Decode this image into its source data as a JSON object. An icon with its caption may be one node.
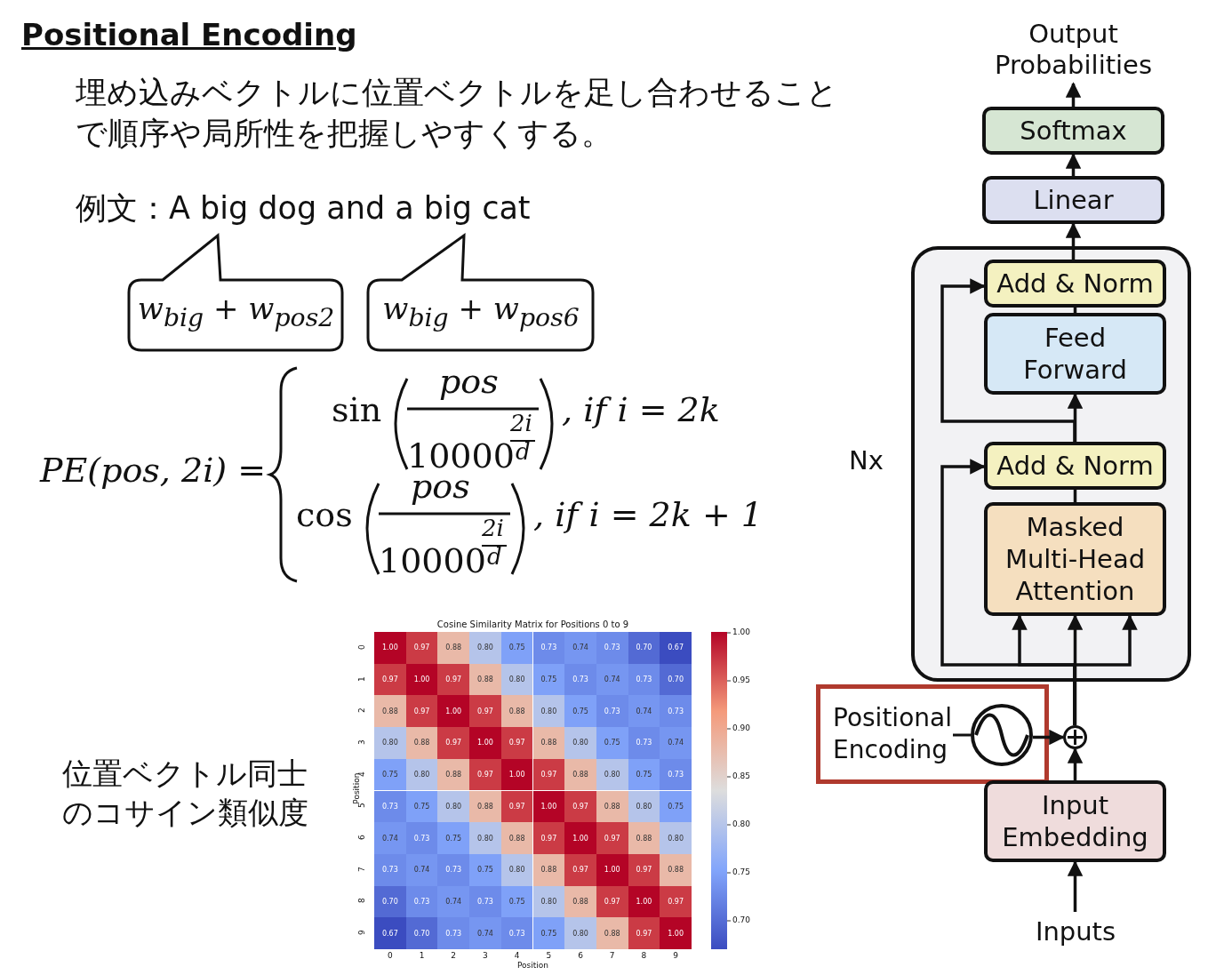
{
  "diagram": {
    "title": "Positional Encoding",
    "nodes": [
      {
        "text": [
          "Output Probabilities"
        ]
      },
      {
        "text": [
          "Softmax"
        ]
      },
      {
        "text": [
          "Linear"
        ]
      },
      {
        "text": [],
        "shape": "box",
        "beside": [
          "Nx"
        ]
      },
      {
        "text": [
          "Add & Norm"
        ],
        "in": 3
      },
      {
        "text": [
          "Feed Forward"
        ],
        "in": 3
      },
      {
        "text": [
          "Add & Norm"
        ],
        "in": 3
      },
      {
        "text": [
          "Masked Multi-Head Attention"
        ],
        "in": 3
      },
      {
        "text": [],
        "shape": "circle"
      },
      {
        "text": [
          "Positional Encoding"
        ]
      },
      {
        "text": [],
        "shape": "circle",
        "in": 9
      },
      {
        "text": [
          "Input Embedding"
        ]
      },
      {
        "text": [
          "Inputs"
        ]
      },
      {
        "text": [
          "w$_{big}$ + w$_{pos2}$"
        ]
      },
      {
        "text": [
          "w$_{big}$ + w$_{pos6}$"
        ]
      }
    ],
    "edges": [
      {
        "from": 12,
        "to": 11,
        "arrow": "to"
      },
      {
        "from": 11,
        "to": 8,
        "arrow": "to"
      },
      {
        "from": 10,
        "to": 8,
        "arrow": "to"
      },
      {
        "from": 8,
        "to": 7,
        "arrow": "to"
      },
      {
        "from": 8,
        "to": 7,
        "arrow": "to"
      },
      {
        "from": 8,
        "to": 7,
        "arrow": "to"
      },
      {
        "from": 8,
        "to": 6,
        "arrow": "to"
      },
      {
        "from": 7,
        "to": 6,
        "arrow": "none"
      },
      {
        "from": 6,
        "to": 5,
        "arrow": "to"
      },
      {
        "from": 6,
        "to": 4,
        "arrow": "to"
      },
      {
        "from": 5,
        "to": 4,
        "arrow": "none"
      },
      {
        "from": 4,
        "to": 2,
        "arrow": "to"
      },
      {
        "from": 2,
        "to": 1,
        "arrow": "to"
      },
      {
        "from": 1,
        "to": 0,
        "arrow": "to"
      }
    ],
    "labels": [
      "埋め込みベクトルに位置ベクトルを足し合わせることで順序や局所性を把握しやすくする。",
      "例文：A big dog and a big cat",
      "PE(pos, 2i) =",
      "sin",
      "pos",
      "10000",
      "2i",
      "d",
      ", if i = 2k",
      "cos",
      "pos",
      "10000",
      "2i",
      "d",
      ", if i = 2k + 1",
      "位置ベクトル同士のコサイン類似度",
      "Cosine Similarity Matrix for Positions 0 to 9",
      "1.00",
      "0.95",
      "0.90",
      "0.85",
      "0.80",
      "0.75",
      "0.70",
      "0",
      "1.00",
      "0.97",
      "0.88",
      "0.80",
      "0.75",
      "0.73",
      "0.74",
      "0.73",
      "0.70",
      "0.67",
      "1",
      "0.97",
      "1.00",
      "0.97",
      "0.88",
      "0.80",
      "0.75",
      "0.73",
      "0.74",
      "0.73",
      "0.70",
      "2",
      "0.88",
      "0.97",
      "1.00",
      "0.97",
      "0.88",
      "0.80",
      "0.75",
      "0.73",
      "0.74",
      "0.73",
      "3",
      "0.80",
      "0.88",
      "0.97",
      "1.00",
      "0.97",
      "0.88",
      "0.80",
      "0.75",
      "0.73",
      "0.74",
      "4",
      "0.75",
      "0.80",
      "0.88",
      "0.97",
      "1.00",
      "0.97",
      "0.88",
      "0.80",
      "0.75",
      "0.73",
      "5",
      "0.73",
      "0.75",
      "0.80",
      "0.88",
      "0.97",
      "1.00",
      "0.97",
      "0.88",
      "0.80",
      "0.75",
      "6",
      "0.74",
      "0.73",
      "0.75",
      "0.80",
      "0.88",
      "0.97",
      "1.00",
      "0.97",
      "0.88",
      "0.80",
      "7",
      "0.73",
      "0.74",
      "0.73",
      "0.75",
      "0.80",
      "0.88",
      "0.97",
      "1.00",
      "0.97",
      "0.88",
      "8",
      "0.70",
      "0.73",
      "0.74",
      "0.73",
      "0.75",
      "0.80",
      "0.88",
      "0.97",
      "1.00",
      "0.97",
      "9",
      "0.67",
      "0.70",
      "0.73",
      "0.74",
      "0.73",
      "0.75",
      "0.80",
      "0.88",
      "0.97",
      "1.00",
      "0",
      "1",
      "2",
      "3",
      "4",
      "5",
      "6",
      "7",
      "8",
      "9",
      "Position",
      "Position"
    ]
  }
}
